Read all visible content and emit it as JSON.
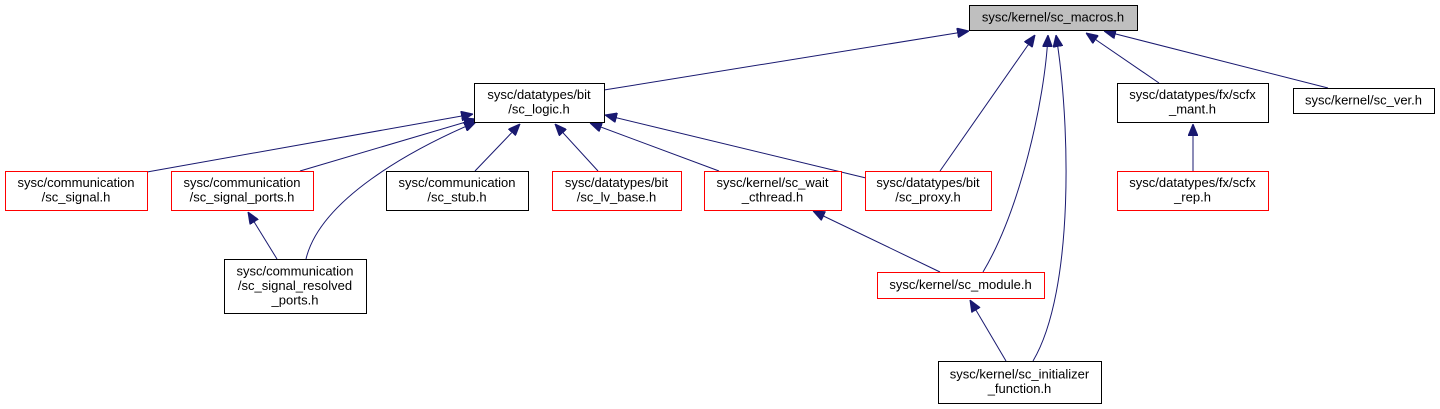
{
  "diagram": {
    "type": "include-dependency-graph",
    "colors": {
      "edge": "#191970",
      "root_fill": "#bfbfbf",
      "border_normal": "#000000",
      "border_truncated": "#ff0000"
    },
    "nodes": [
      {
        "id": "sc_macros",
        "lines": [
          "sysc/kernel/sc_macros.h"
        ],
        "style": "root"
      },
      {
        "id": "sc_logic",
        "lines": [
          "sysc/datatypes/bit",
          "/sc_logic.h"
        ],
        "style": "normal"
      },
      {
        "id": "scfx_mant",
        "lines": [
          "sysc/datatypes/fx/scfx",
          "_mant.h"
        ],
        "style": "normal"
      },
      {
        "id": "sc_ver",
        "lines": [
          "sysc/kernel/sc_ver.h"
        ],
        "style": "normal"
      },
      {
        "id": "sc_signal",
        "lines": [
          "sysc/communication",
          "/sc_signal.h"
        ],
        "style": "truncated"
      },
      {
        "id": "sc_signal_ports",
        "lines": [
          "sysc/communication",
          "/sc_signal_ports.h"
        ],
        "style": "truncated"
      },
      {
        "id": "sc_stub",
        "lines": [
          "sysc/communication",
          "/sc_stub.h"
        ],
        "style": "normal"
      },
      {
        "id": "sc_lv_base",
        "lines": [
          "sysc/datatypes/bit",
          "/sc_lv_base.h"
        ],
        "style": "truncated"
      },
      {
        "id": "sc_wait_cthread",
        "lines": [
          "sysc/kernel/sc_wait",
          "_cthread.h"
        ],
        "style": "truncated"
      },
      {
        "id": "sc_proxy",
        "lines": [
          "sysc/datatypes/bit",
          "/sc_proxy.h"
        ],
        "style": "truncated"
      },
      {
        "id": "scfx_rep",
        "lines": [
          "sysc/datatypes/fx/scfx",
          "_rep.h"
        ],
        "style": "truncated"
      },
      {
        "id": "sc_signal_resolved_ports",
        "lines": [
          "sysc/communication",
          "/sc_signal_resolved",
          "_ports.h"
        ],
        "style": "normal"
      },
      {
        "id": "sc_module",
        "lines": [
          "sysc/kernel/sc_module.h"
        ],
        "style": "truncated"
      },
      {
        "id": "sc_initializer_function",
        "lines": [
          "sysc/kernel/sc_initializer",
          "_function.h"
        ],
        "style": "normal"
      }
    ],
    "edges": [
      {
        "from": "sc_logic",
        "to": "sc_macros"
      },
      {
        "from": "scfx_mant",
        "to": "sc_macros"
      },
      {
        "from": "sc_ver",
        "to": "sc_macros"
      },
      {
        "from": "sc_proxy",
        "to": "sc_macros"
      },
      {
        "from": "sc_module",
        "to": "sc_macros"
      },
      {
        "from": "sc_initializer_function",
        "to": "sc_macros"
      },
      {
        "from": "sc_signal",
        "to": "sc_logic"
      },
      {
        "from": "sc_signal_ports",
        "to": "sc_logic"
      },
      {
        "from": "sc_signal_resolved_ports",
        "to": "sc_logic"
      },
      {
        "from": "sc_stub",
        "to": "sc_logic"
      },
      {
        "from": "sc_lv_base",
        "to": "sc_logic"
      },
      {
        "from": "sc_wait_cthread",
        "to": "sc_logic"
      },
      {
        "from": "sc_proxy",
        "to": "sc_logic"
      },
      {
        "from": "scfx_rep",
        "to": "scfx_mant"
      },
      {
        "from": "sc_signal_resolved_ports",
        "to": "sc_signal_ports"
      },
      {
        "from": "sc_module",
        "to": "sc_wait_cthread"
      },
      {
        "from": "sc_initializer_function",
        "to": "sc_module"
      }
    ]
  }
}
